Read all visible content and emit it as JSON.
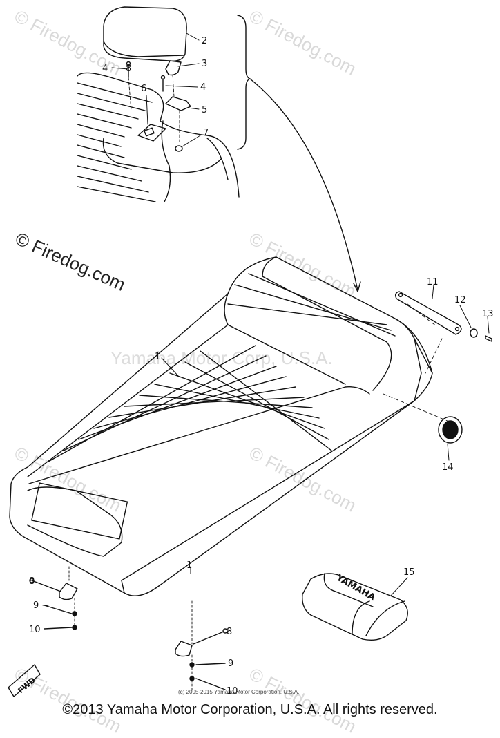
{
  "watermark": {
    "text": "© Firedog.com",
    "center_text": "Yamaha Motor Corp, U.S.A."
  },
  "callouts": [
    "1",
    "2",
    "3",
    "4",
    "5",
    "6",
    "7",
    "8",
    "9",
    "10",
    "11",
    "12",
    "13",
    "14",
    "15"
  ],
  "badge_text": "FWD",
  "bag_text": "YAMAHA",
  "small_copyright": "(c) 2005-2015 Yamaha Motor Corporation, U.S.A.",
  "footer": "©2013 Yamaha Motor Corporation, U.S.A. All rights reserved."
}
